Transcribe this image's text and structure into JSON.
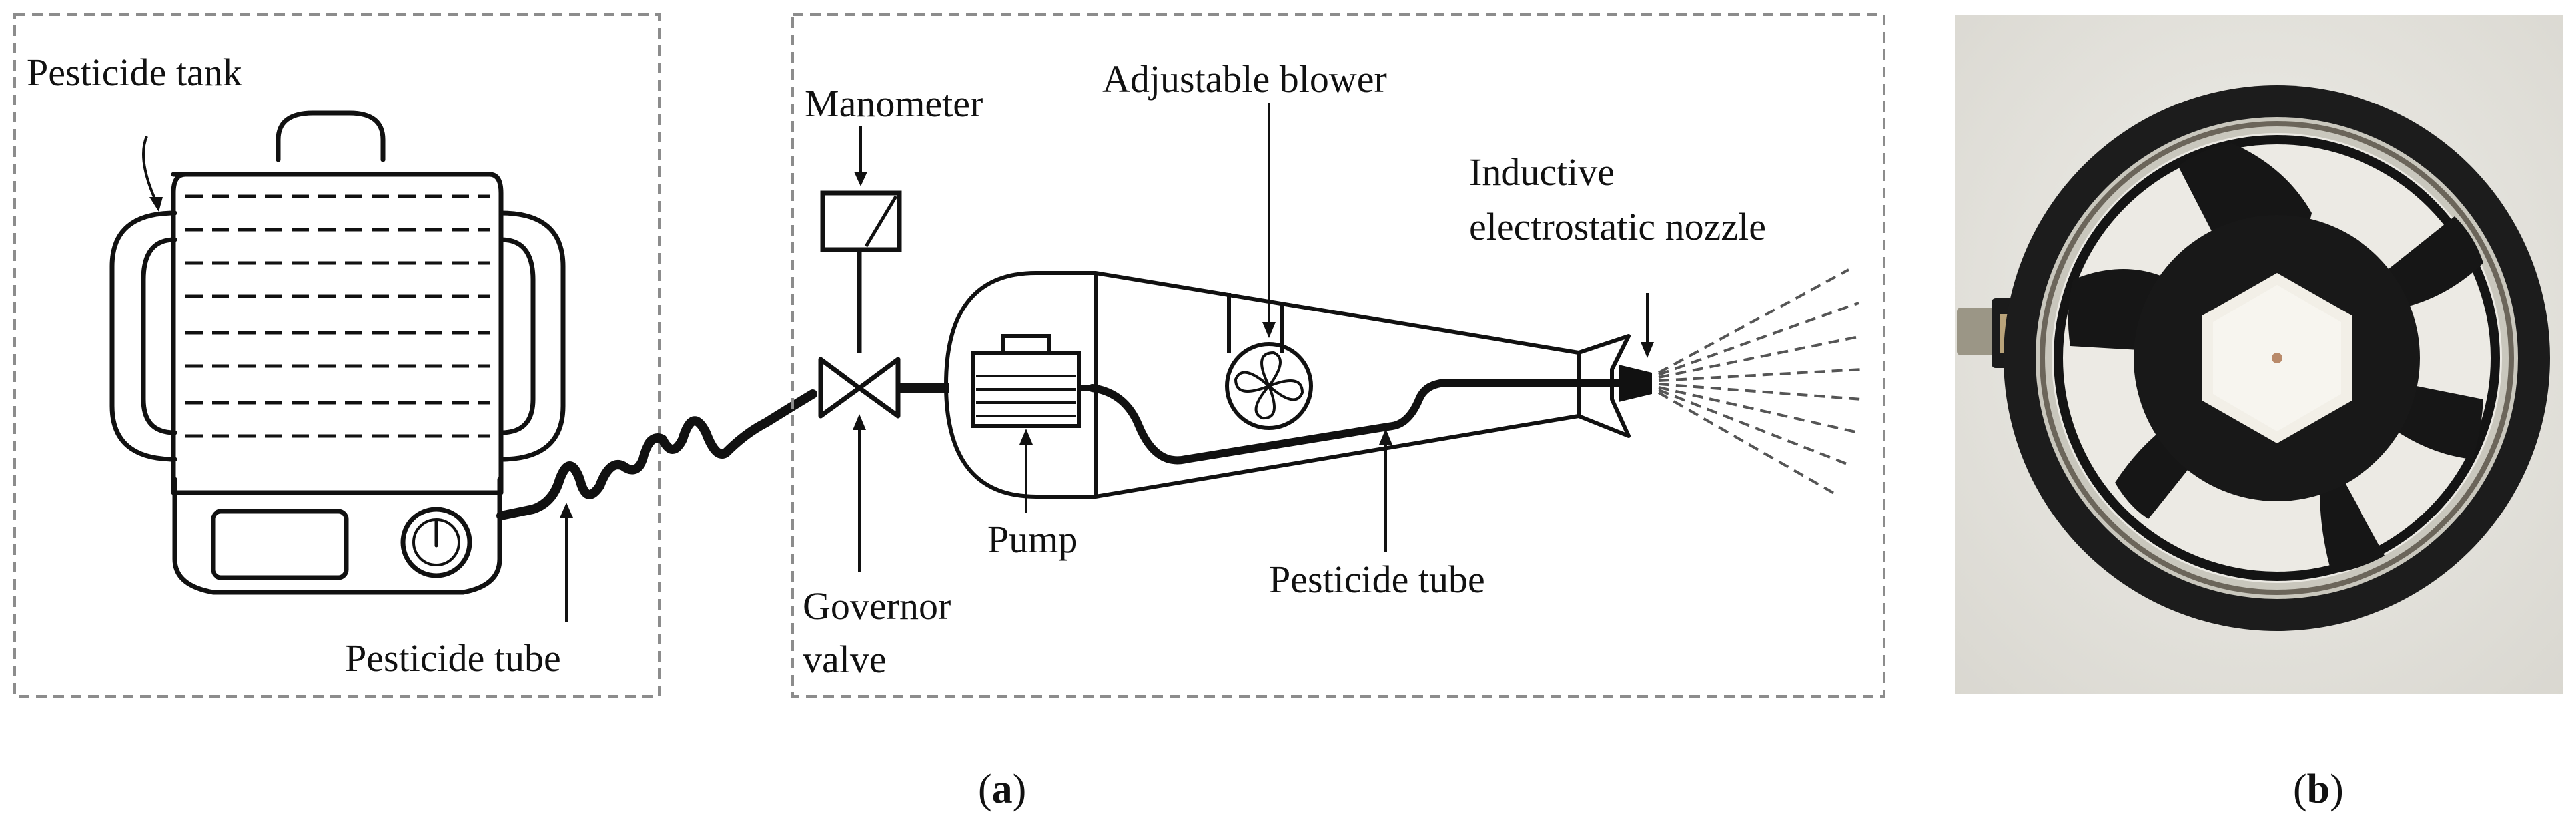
{
  "panel_a": {
    "labels": {
      "pesticide_tank": "Pesticide tank",
      "pesticide_tube_left": "Pesticide tube",
      "manometer": "Manometer",
      "governor_valve_line1": "Governor",
      "governor_valve_line2": "valve",
      "pump": "Pump",
      "adjustable_blower": "Adjustable blower",
      "nozzle_line1": "Inductive",
      "nozzle_line2": "electrostatic nozzle",
      "pesticide_tube_right": "Pesticide tube"
    },
    "caption_open": "(",
    "caption_letter": "a",
    "caption_close": ")"
  },
  "panel_b": {
    "caption_open": "(",
    "caption_letter": "b",
    "caption_close": ")"
  }
}
